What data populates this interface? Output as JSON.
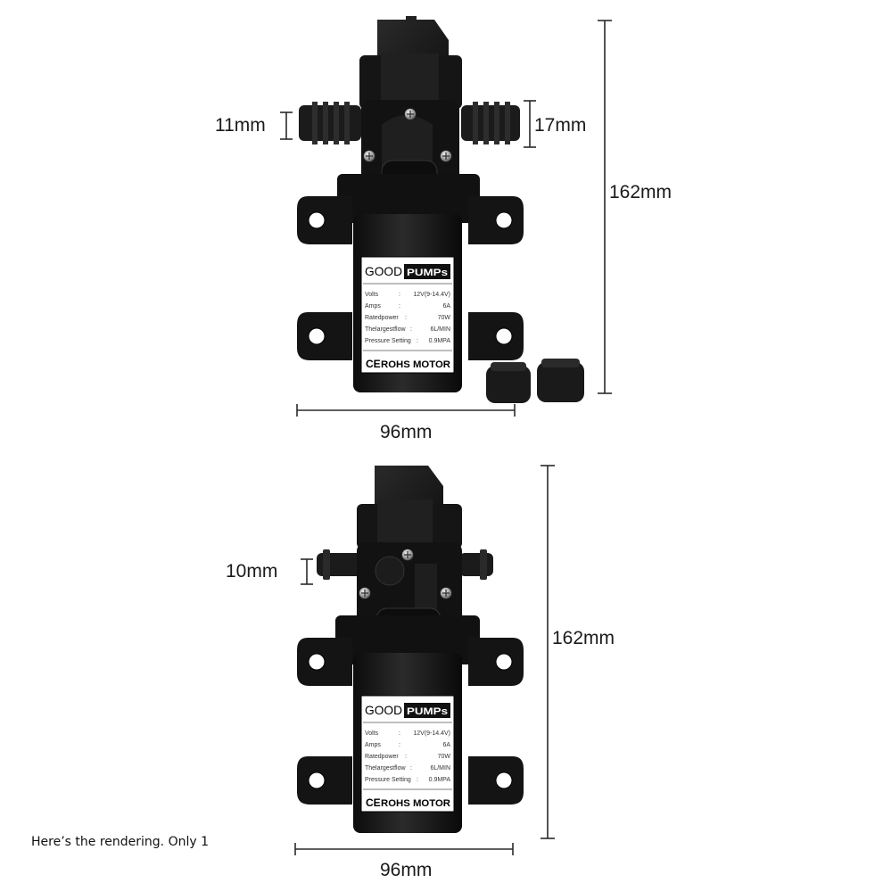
{
  "top_pump": {
    "dim_inlet": "11mm",
    "dim_outlet": "17mm",
    "dim_height": "162mm",
    "dim_width": "96mm",
    "label": {
      "brand_left": "GOOD",
      "brand_right": "PUMPs",
      "rows": [
        {
          "key": "Volts",
          "sep": ":",
          "value": "12V(9-14.4V)"
        },
        {
          "key": "Amps",
          "sep": ":",
          "value": "6A"
        },
        {
          "key": "Ratedpower",
          "sep": ":",
          "value": "70W"
        },
        {
          "key": "Thelargestflow",
          "sep": ":",
          "value": "6L/MIN"
        },
        {
          "key": "Pressure Setting",
          "sep": ":",
          "value": "0.9MPA"
        }
      ],
      "footer": "ROHS MOTOR",
      "ce_mark": "CE"
    }
  },
  "bottom_pump": {
    "dim_inlet": "10mm",
    "dim_height": "162mm",
    "dim_width": "96mm",
    "label": {
      "brand_left": "GOOD",
      "brand_right": "PUMPs",
      "rows": [
        {
          "key": "Volts",
          "sep": ":",
          "value": "12V(9-14.4V)"
        },
        {
          "key": "Amps",
          "sep": ":",
          "value": "6A"
        },
        {
          "key": "Ratedpower",
          "sep": ":",
          "value": "70W"
        },
        {
          "key": "Thelargestflow",
          "sep": ":",
          "value": "6L/MIN"
        },
        {
          "key": "Pressure Setting",
          "sep": ":",
          "value": "0.9MPA"
        }
      ],
      "footer": "ROHS MOTOR",
      "ce_mark": "CE"
    }
  },
  "caption": "Here’s the rendering. Only 1",
  "colors": {
    "pump_body": "#161616",
    "pump_highlight": "#3a3a3a",
    "dimension_line": "#2a2a2a",
    "label_bg": "#ffffff",
    "brand_box": "#111111"
  }
}
